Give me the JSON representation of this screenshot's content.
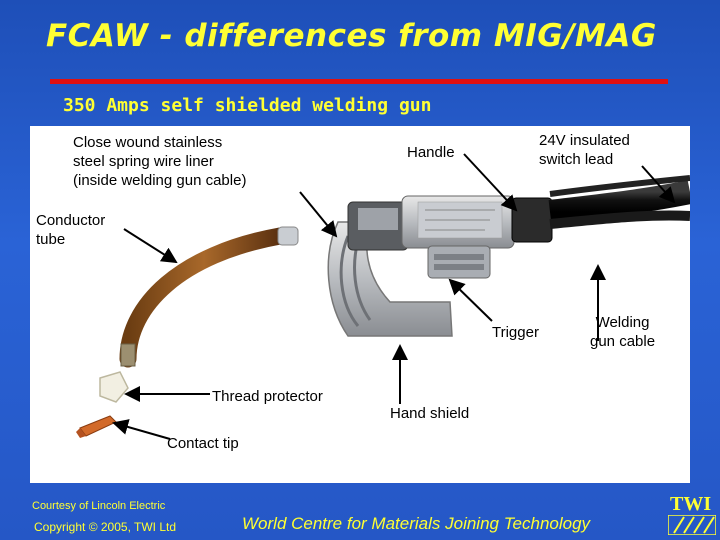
{
  "slide": {
    "title": "FCAW - differences from MIG/MAG",
    "subtitle": "350 Amps self shielded welding gun"
  },
  "labels": {
    "liner": "Close wound stainless\nsteel spring wire liner\n(inside welding gun cable)",
    "handle": "Handle",
    "switch_lead": "24V insulated\nswitch lead",
    "conductor_tube": "Conductor\ntube",
    "trigger": "Trigger",
    "cable": "Welding\ngun cable",
    "thread_protector": "Thread protector",
    "hand_shield": "Hand shield",
    "contact_tip": "Contact tip"
  },
  "footer": {
    "credit": "Courtesy of Lincoln Electric",
    "copyright": "Copyright © 2005, TWI Ltd",
    "tagline": "World Centre for Materials Joining Technology",
    "logo": "TWI"
  },
  "colors": {
    "background": "#2557c6",
    "title_text": "#ffff33",
    "title_rule": "#e01010",
    "panel": "#ffffff"
  }
}
